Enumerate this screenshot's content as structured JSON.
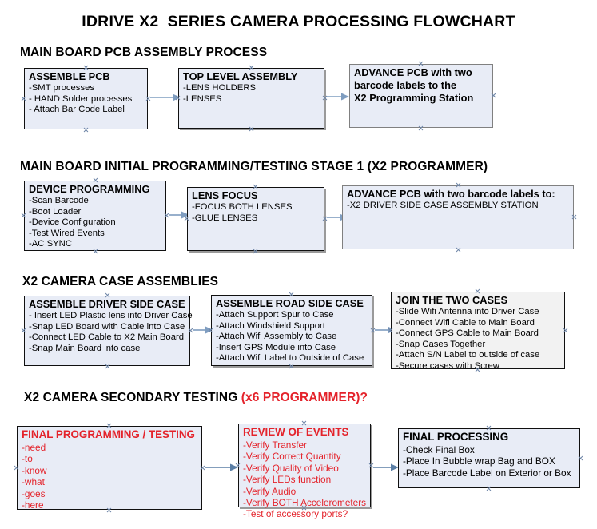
{
  "title": "IDRIVE X2  SERIES CAMERA PROCESSING FLOWCHART",
  "colors": {
    "node_fill": "#e8ecf6",
    "node_fill_plain": "#f2f2f2",
    "border": "#101010",
    "border_gray": "#808080",
    "arrow": "#7f9dc0",
    "accent_red": "#e4232b",
    "text": "#000000",
    "background": "#ffffff"
  },
  "sections": [
    {
      "id": "main-board-pcb-assembly-process",
      "heading": "MAIN BOARD PCB ASSEMBLY PROCESS",
      "heading_accent": "",
      "nodes": [
        {
          "id": "assemble-pcb",
          "title": "ASSEMBLE PCB",
          "lines": [
            "-SMT processes",
            "- HAND Solder processes",
            "- Attach Bar Code Label"
          ]
        },
        {
          "id": "top-level-assembly",
          "title": "TOP LEVEL ASSEMBLY",
          "lines": [
            "-LENS HOLDERS",
            "-LENSES"
          ]
        },
        {
          "id": "advance-pcb-to-x2-programming-station",
          "title": "ADVANCE PCB with two",
          "lines": [
            "barcode labels to the",
            " X2 Programming Station"
          ]
        }
      ]
    },
    {
      "id": "main-board-initial-programming-testing-stage-1",
      "heading": "MAIN BOARD INITIAL PROGRAMMING/TESTING STAGE 1 (X2 PROGRAMMER)",
      "heading_accent": "",
      "nodes": [
        {
          "id": "device-programming",
          "title": "DEVICE PROGRAMMING",
          "lines": [
            "-Scan Barcode",
            "-Boot Loader",
            "-Device Configuration",
            "-Test Wired Events",
            "-AC SYNC"
          ]
        },
        {
          "id": "lens-focus",
          "title": "LENS FOCUS",
          "lines": [
            "-FOCUS BOTH LENSES",
            "-GLUE LENSES"
          ]
        },
        {
          "id": "advance-pcb-to-driver-side-case-assembly",
          "title": "ADVANCE PCB with two barcode labels to:",
          "lines": [
            "-X2 DRIVER  SIDE  CASE  ASSEMBLY STATION"
          ]
        }
      ]
    },
    {
      "id": "x2-camera-case-assemblies",
      "heading": "X2 CAMERA CASE ASSEMBLIES",
      "heading_accent": "",
      "nodes": [
        {
          "id": "assemble-driver-side-case",
          "title": "ASSEMBLE DRIVER SIDE CASE",
          "lines": [
            "- Insert LED Plastic lens into Driver Case",
            "-Snap LED Board with Cable into Case",
            "-Connect LED Cable to X2 Main Board",
            "-Snap Main Board into case"
          ]
        },
        {
          "id": "assemble-road-side-case",
          "title": "ASSEMBLE ROAD SIDE CASE",
          "lines": [
            "-Attach Support Spur to Case",
            "-Attach Windshield Support",
            "-Attach Wifi Assembly to Case",
            "-Insert GPS Module into Case",
            "-Attach Wifi Label to Outside of Case"
          ]
        },
        {
          "id": "join-the-two-cases",
          "title": "JOIN THE TWO CASES",
          "lines": [
            "-Slide Wifi Antenna into Driver Case",
            "-Connect Wifi Cable to Main Board",
            "-Connect GPS Cable to Main Board",
            "-Snap Cases Together",
            "-Attach S/N Label to outside of case",
            "-Secure cases with Screw"
          ]
        }
      ]
    },
    {
      "id": "x2-camera-secondary-testing",
      "heading": "X2 CAMERA SECONDARY TESTING ",
      "heading_accent": "(x6 PROGRAMMER)?",
      "nodes": [
        {
          "id": "final-programming-testing",
          "title": "FINAL PROGRAMMING / TESTING",
          "lines": [
            "-need",
            "-to",
            "-know",
            "-what",
            "-goes",
            "-here"
          ]
        },
        {
          "id": "review-of-events",
          "title": "REVIEW OF EVENTS",
          "lines": [
            "-Verify Transfer",
            "-Verify Correct Quantity",
            "-Verify Quality of Video",
            "-Verify LEDs function",
            "-Verify Audio",
            "-Verify BOTH Accelerometers",
            "-Test of accessory ports?"
          ]
        },
        {
          "id": "final-processing",
          "title": "FINAL PROCESSING",
          "lines": [
            " -Check Final Box",
            "-Place In Bubble wrap Bag and BOX",
            "-Place Barcode Label on Exterior or Box"
          ]
        }
      ]
    }
  ]
}
